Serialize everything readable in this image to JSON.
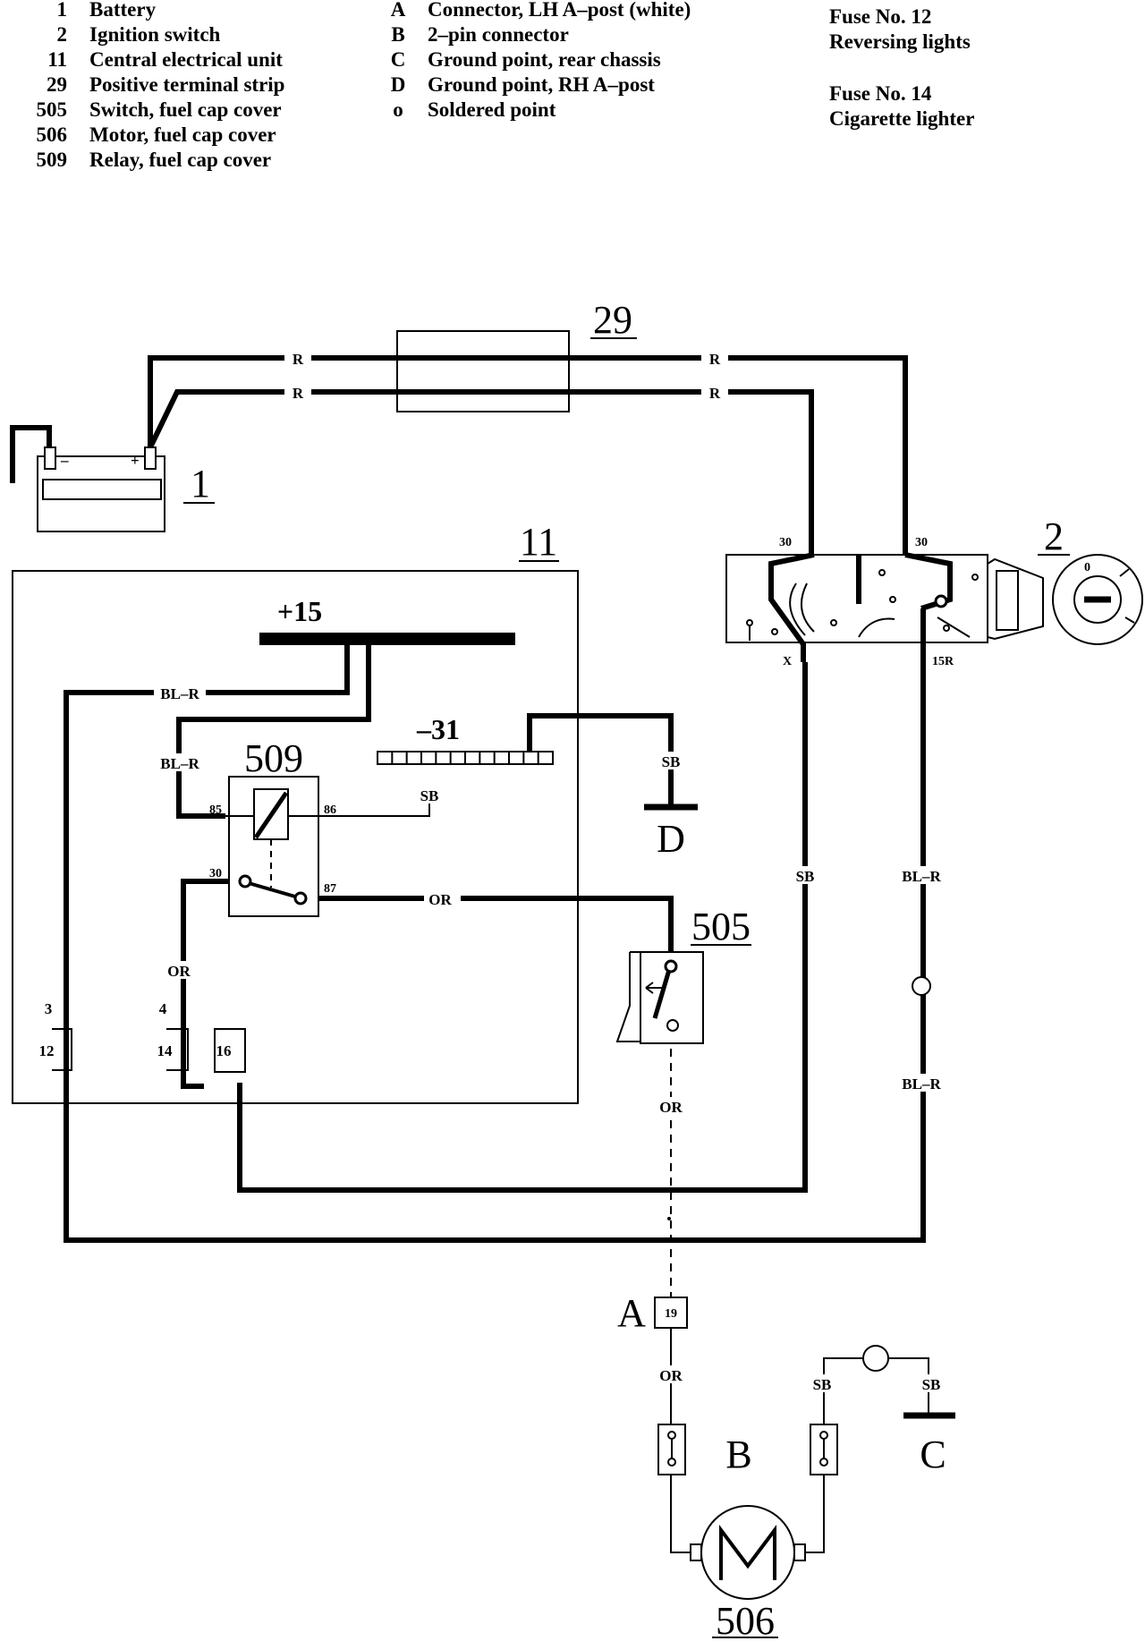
{
  "legend": {
    "components": [
      {
        "num": "1",
        "label": "Battery"
      },
      {
        "num": "2",
        "label": "Ignition switch"
      },
      {
        "num": "11",
        "label": "Central electrical unit"
      },
      {
        "num": "29",
        "label": "Positive terminal strip"
      },
      {
        "num": "505",
        "label": "Switch, fuel cap cover"
      },
      {
        "num": "506",
        "label": "Motor, fuel cap cover"
      },
      {
        "num": "509",
        "label": "Relay, fuel cap cover"
      }
    ],
    "points": [
      {
        "key": "A",
        "label": "Connector, LH A–post (white)"
      },
      {
        "key": "B",
        "label": "2–pin connector"
      },
      {
        "key": "C",
        "label": "Ground point, rear chassis"
      },
      {
        "key": "D",
        "label": "Ground point, RH A–post"
      },
      {
        "key": "o",
        "label": "Soldered point"
      }
    ],
    "fuses": [
      {
        "title": "Fuse No. 12",
        "desc": "Reversing lights"
      },
      {
        "title": "Fuse No. 14",
        "desc": "Cigarette lighter"
      }
    ]
  },
  "components": {
    "battery": "1",
    "ignition_switch": "2",
    "central_unit": "11",
    "terminal_strip": "29",
    "switch_fuel_cap": "505",
    "motor_fuel_cap": "506",
    "relay_fuel_cap": "509"
  },
  "points": {
    "A": "A",
    "B": "B",
    "C": "C",
    "D": "D"
  },
  "battery_terminals": {
    "neg": "–",
    "pos": "+"
  },
  "central_unit": {
    "bus_plus": "+15",
    "bus_minus": "–31",
    "connectors": [
      {
        "top": "3",
        "pin": "12"
      },
      {
        "top": "4",
        "pin": "14"
      },
      {
        "top": "",
        "pin": "16"
      }
    ]
  },
  "relay_pins": {
    "p85": "85",
    "p86": "86",
    "p30": "30",
    "p87": "87"
  },
  "ignition_terminals": {
    "t30a": "30",
    "t30b": "30",
    "x": "X",
    "t15r": "15R"
  },
  "connector_a_pin": "19",
  "wire_colors": {
    "red": "R",
    "blue_red": "BL–R",
    "black": "SB",
    "orange": "OR"
  }
}
